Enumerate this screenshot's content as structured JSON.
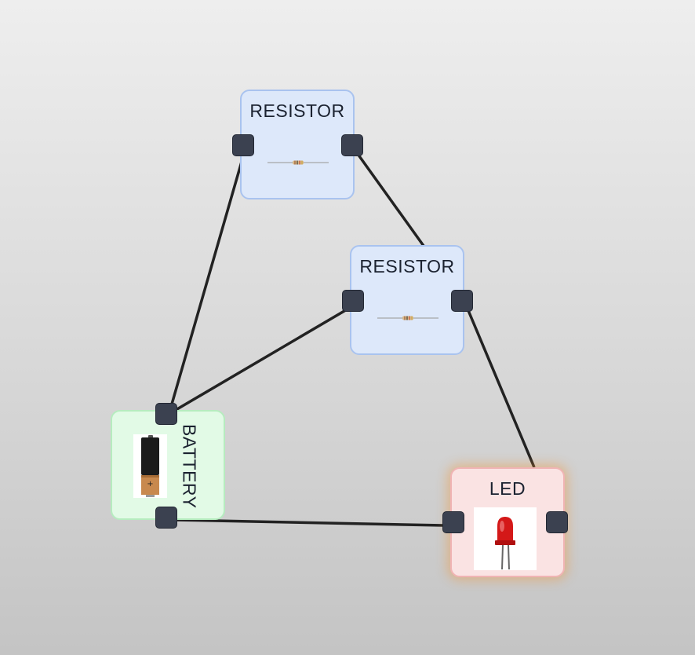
{
  "diagram": {
    "nodes": [
      {
        "id": "r1",
        "type": "resistor",
        "label": "RESISTOR"
      },
      {
        "id": "r2",
        "type": "resistor",
        "label": "RESISTOR"
      },
      {
        "id": "bat",
        "type": "battery",
        "label": "BATTERY"
      },
      {
        "id": "led",
        "type": "led",
        "label": "LED"
      }
    ],
    "edges": [
      {
        "from": "r1.left",
        "to": "bat.top"
      },
      {
        "from": "r1.right",
        "to": "r2.top"
      },
      {
        "from": "r2.left",
        "to": "bat.top"
      },
      {
        "from": "r2.right",
        "to": "led.top"
      },
      {
        "from": "bat.bottom",
        "to": "led.left"
      }
    ],
    "colors": {
      "resistor_fill": "#dde8fa",
      "battery_fill": "#e2fae6",
      "led_fill": "#fae3e3",
      "port": "#3b4150",
      "wire": "#222222"
    }
  }
}
